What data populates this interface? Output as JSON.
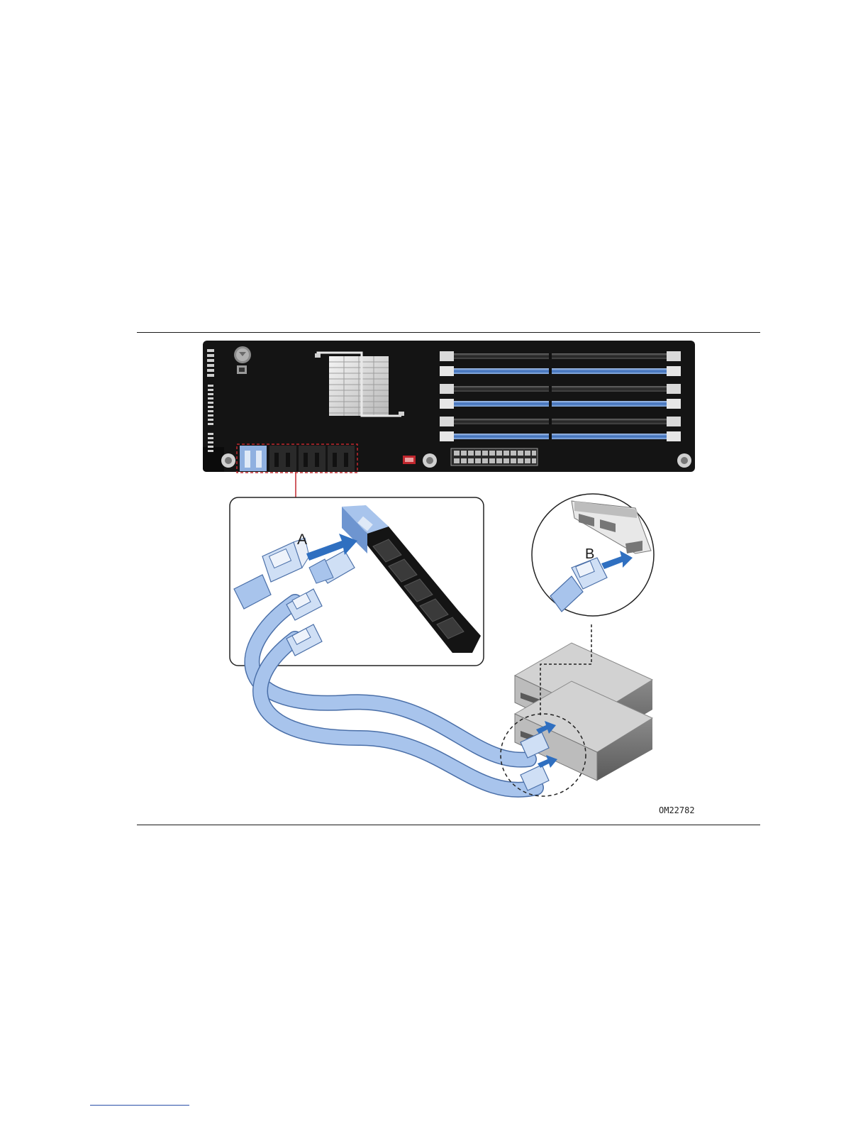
{
  "figure": {
    "callout_a": "A",
    "callout_b": "B",
    "drawing_id": "OM22782"
  },
  "colors": {
    "board": "#141414",
    "sata_blue": "#8fb0e0",
    "arrow_blue": "#2f6fc0",
    "callout_red": "#c0262d",
    "drive_gray": "#b8b8b8"
  }
}
